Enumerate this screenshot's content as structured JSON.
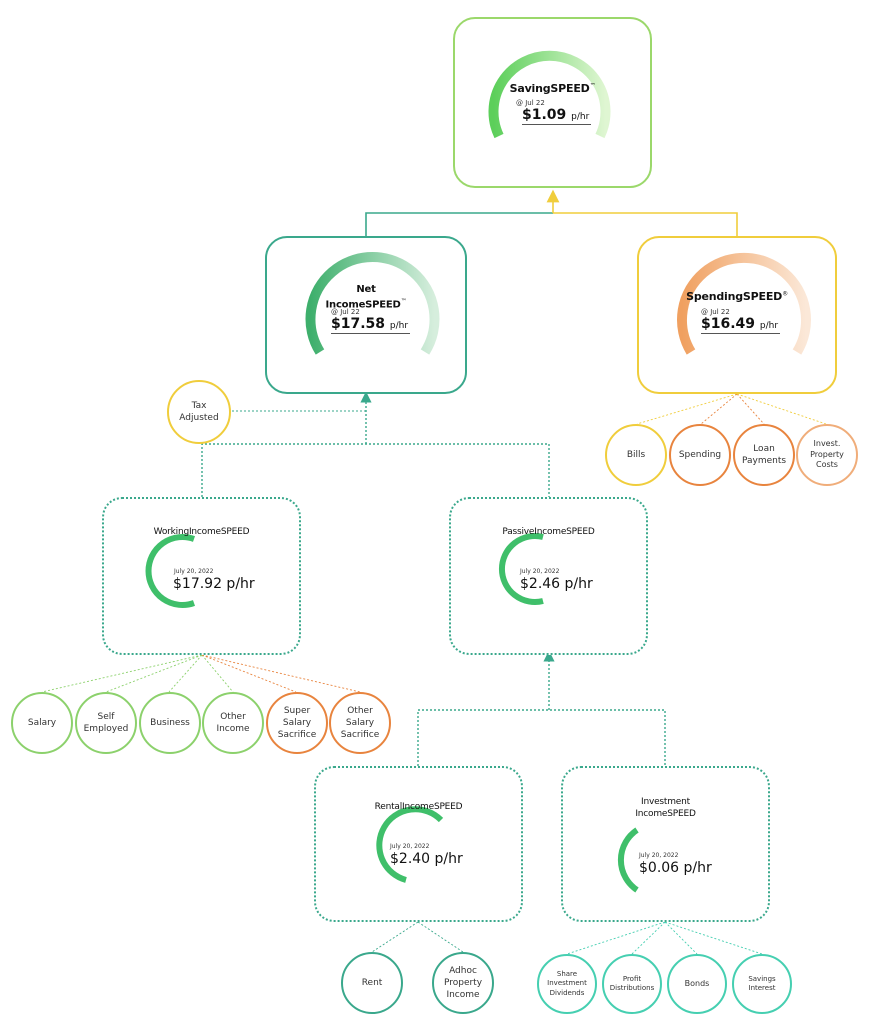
{
  "colors": {
    "green_dark": "#3dbb65",
    "green_light": "#9bd86b",
    "teal": "#3aa88c",
    "yellow": "#f0cd3c",
    "orange": "#e8843e",
    "peach": "#f0ad7a",
    "lime": "#8cd16c",
    "cyan": "#46cfb1"
  },
  "saving": {
    "title": "SavingSPEED",
    "tm": "™",
    "date": "@ Jul 22",
    "value": "$1.09",
    "unit": "p/hr"
  },
  "net_income": {
    "title_line1": "Net",
    "title_line2": "IncomeSPEED",
    "tm": "™",
    "date": "@ Jul 22",
    "value": "$17.58",
    "unit": "p/hr"
  },
  "spending": {
    "title": "SpendingSPEED",
    "tm": "®",
    "date": "@ Jul 22",
    "value": "$16.49",
    "unit": "p/hr"
  },
  "working_income": {
    "title": "WorkingIncomeSPEED",
    "date": "July 20, 2022",
    "value": "$17.92 p/hr"
  },
  "passive_income": {
    "title": "PassiveIncomeSPEED",
    "date": "July 20, 2022",
    "value": "$2.46 p/hr"
  },
  "rental_income": {
    "title": "RentalIncomeSPEED",
    "date": "July 20, 2022",
    "value": "$2.40 p/hr"
  },
  "investment_income": {
    "title_line1": "Investment",
    "title_line2": "IncomeSPEED",
    "date": "July 20, 2022",
    "value": "$0.06 p/hr"
  },
  "tax_adjusted": "Tax\nAdjusted",
  "spending_items": [
    "Bills",
    "Spending",
    "Loan\nPayments",
    "Invest.\nProperty\nCosts"
  ],
  "working_items": [
    "Salary",
    "Self\nEmployed",
    "Business",
    "Other\nIncome",
    "Super\nSalary\nSacrifice",
    "Other\nSalary\nSacrifice"
  ],
  "rental_items": [
    "Rent",
    "Adhoc\nProperty\nIncome"
  ],
  "investment_items": [
    "Share\nInvestment\nDividends",
    "Profit\nDistributions",
    "Bonds",
    "Savings\nInterest"
  ]
}
